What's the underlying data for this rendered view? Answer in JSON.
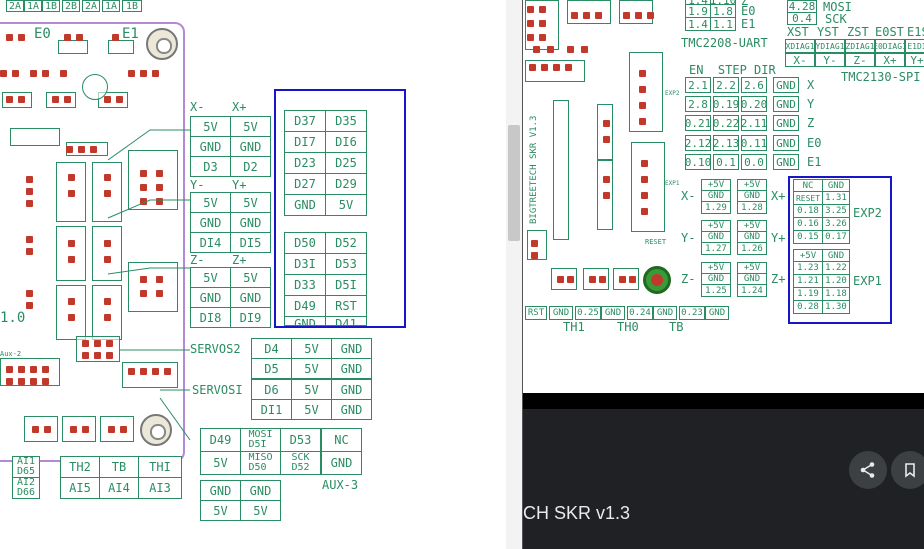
{
  "left_pane": {
    "top_strip": [
      "2A",
      "1A",
      "1B",
      "2B",
      "2A",
      "1A",
      "1B"
    ],
    "silk": {
      "e0": "E0",
      "e1": "E1",
      "version": "1.0",
      "aux2": "Aux-2",
      "aux3": "AUX-3"
    },
    "endstops": {
      "x_minus": "X-",
      "x_plus": "X+",
      "y_minus": "Y-",
      "y_plus": "Y+",
      "z_minus": "Z-",
      "z_plus": "Z+",
      "x_rows": [
        [
          "5V",
          "5V"
        ],
        [
          "GND",
          "GND"
        ],
        [
          "D3",
          "D2"
        ]
      ],
      "y_rows": [
        [
          "5V",
          "5V"
        ],
        [
          "GND",
          "GND"
        ],
        [
          "DI4",
          "DI5"
        ]
      ],
      "z_rows": [
        [
          "5V",
          "5V"
        ],
        [
          "GND",
          "GND"
        ],
        [
          "DI8",
          "DI9"
        ]
      ]
    },
    "aux_top": [
      [
        "D37",
        "D35"
      ],
      [
        "DI7",
        "DI6"
      ],
      [
        "D23",
        "D25"
      ],
      [
        "D27",
        "D29"
      ],
      [
        "GND",
        "5V"
      ]
    ],
    "aux_bottom": [
      [
        "D50",
        "D52"
      ],
      [
        "D3I",
        "D53"
      ],
      [
        "D33",
        "D5I"
      ],
      [
        "D49",
        "RST"
      ],
      [
        "GND",
        "D41"
      ]
    ],
    "servos": {
      "servos2": "SERVOS2",
      "servos1": "SERVOSI",
      "rows": [
        [
          "D4",
          "5V",
          "GND"
        ],
        [
          "D5",
          "5V",
          "GND"
        ],
        [
          "D6",
          "5V",
          "GND"
        ],
        [
          "DI1",
          "5V",
          "GND"
        ]
      ]
    },
    "aux3": [
      [
        "D49",
        "MOSI\nD5I",
        "D53",
        "NC"
      ],
      [
        "5V",
        "MISO\nD50",
        "SCK\nD52",
        "GND"
      ]
    ],
    "thermistors": {
      "labels": [
        "TH2",
        "TB",
        "THI"
      ],
      "pins": [
        "AI5",
        "AI4",
        "AI3"
      ]
    },
    "left_edge_pins": [
      "AI1\nD65",
      "AI2\nD66"
    ],
    "power": [
      [
        "GND",
        "GND"
      ],
      [
        "5V",
        "5V"
      ]
    ]
  },
  "right_pane": {
    "top_rows": [
      [
        "1.4",
        "1.10",
        "Z"
      ],
      [
        "1.9",
        "1.8",
        "E0"
      ],
      [
        "1.4",
        "1.1",
        "E1"
      ]
    ],
    "spi_labels": {
      "mosi_val": "4.28",
      "mosi": "MOSI",
      "sck_val": "0.4",
      "sck": "SCK"
    },
    "axis_header": [
      "XST",
      "YST",
      "ZST",
      "E0ST",
      "E1S"
    ],
    "diag": [
      "XDIAG1",
      "YDIAG1",
      "ZDIAG1",
      "E0DIAG1",
      "E1DI"
    ],
    "axis_signs": [
      "X-",
      "Y-",
      "Z-",
      "X+",
      "Y+"
    ],
    "tmc2208": "TMC2208-UART",
    "tmc2130": "TMC2130-SPI",
    "driver_header": "EN  STEP DIR",
    "driver_rows": [
      {
        "pins": [
          "2.1",
          "2.2",
          "2.6",
          "GND"
        ],
        "axis": "X"
      },
      {
        "pins": [
          "2.8",
          "0.19",
          "0.20",
          "GND"
        ],
        "axis": "Y"
      },
      {
        "pins": [
          "0.21",
          "0.22",
          "2.11",
          "GND"
        ],
        "axis": "Z"
      },
      {
        "pins": [
          "2.12",
          "2.13",
          "0.11",
          "GND"
        ],
        "axis": "E0"
      },
      {
        "pins": [
          "0.10",
          "0.1",
          "0.0",
          "GND"
        ],
        "axis": "E1"
      }
    ],
    "endstop_blocks": [
      {
        "minus": "X-",
        "plus": "X+",
        "left": [
          "+5V",
          "GND",
          "1.29"
        ],
        "right": [
          "+5V",
          "GND",
          "1.28"
        ]
      },
      {
        "minus": "Y-",
        "plus": "Y+",
        "left": [
          "+5V",
          "GND",
          "1.27"
        ],
        "right": [
          "+5V",
          "GND",
          "1.26"
        ]
      },
      {
        "minus": "Z-",
        "plus": "Z+",
        "left": [
          "+5V",
          "GND",
          "1.25"
        ],
        "right": [
          "+5V",
          "GND",
          "1.24"
        ]
      }
    ],
    "exp2": {
      "label": "EXP2",
      "rows": [
        [
          "NC",
          "GND"
        ],
        [
          "RESET",
          "1.31"
        ],
        [
          "0.18",
          "3.25"
        ],
        [
          "0.16",
          "3.26"
        ],
        [
          "0.15",
          "0.17"
        ]
      ]
    },
    "exp1": {
      "label": "EXP1",
      "rows": [
        [
          "+5V",
          "GND"
        ],
        [
          "1.23",
          "1.22"
        ],
        [
          "1.21",
          "1.20"
        ],
        [
          "1.19",
          "1.18"
        ],
        [
          "0.28",
          "1.30"
        ]
      ]
    },
    "board_name": "BIGTREETECH SKR V1.3",
    "reset": "RESET",
    "exp_side": [
      "EXP2",
      "EXP1"
    ],
    "therm_pins": [
      "RST",
      "GND",
      "0.25",
      "GND",
      "0.24",
      "GND",
      "0.23",
      "GND"
    ],
    "therm_labels": [
      "TH1",
      "TH0",
      "TB"
    ]
  },
  "caption": {
    "title": "CH SKR v1.3"
  },
  "actions": {
    "share": "share-icon",
    "bookmark": "bookmark-icon"
  },
  "colors": {
    "silk": "#2a8c62",
    "pad": "#c0392b",
    "highlight": "#1616c8",
    "caption_bg": "#202124"
  }
}
